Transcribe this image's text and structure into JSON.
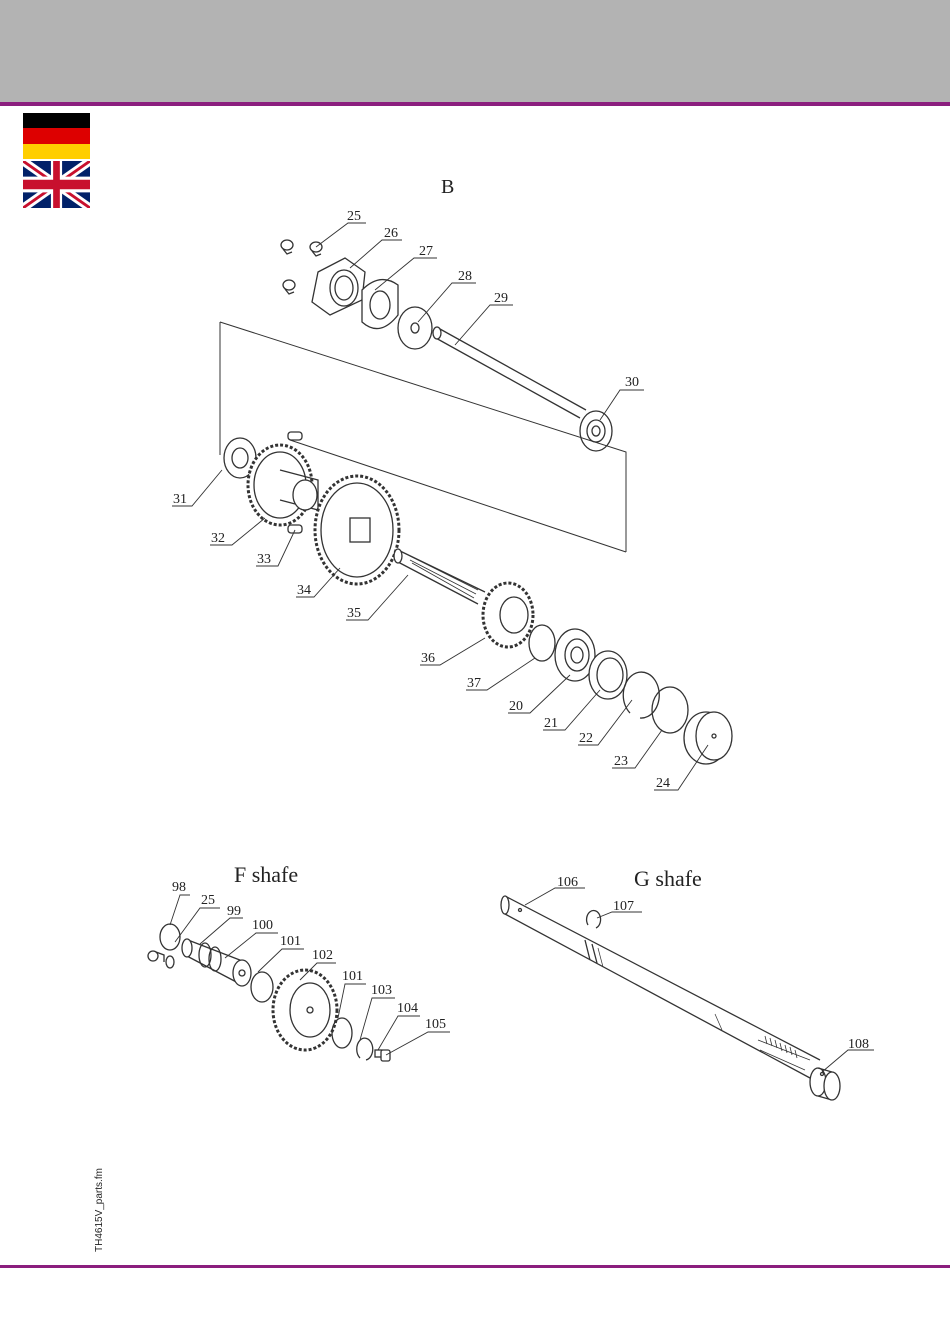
{
  "colors": {
    "header_bar": "#b3b3b3",
    "accent_rule": "#8b1e7e",
    "flag_de": [
      "#000000",
      "#dd0000",
      "#ffce00"
    ],
    "flag_uk": [
      "#012169",
      "#ffffff",
      "#c8102e"
    ]
  },
  "sidebar_file": "TH4615V_parts.fm",
  "section_b": {
    "title": "B",
    "callouts": [
      "25",
      "26",
      "27",
      "28",
      "29",
      "30",
      "31",
      "32",
      "33",
      "34",
      "35",
      "36",
      "37",
      "20",
      "21",
      "22",
      "23",
      "24"
    ]
  },
  "section_f": {
    "title": "F shafe",
    "callouts": [
      "98",
      "25",
      "99",
      "100",
      "101",
      "102",
      "101",
      "103",
      "104",
      "105"
    ]
  },
  "section_g": {
    "title": "G shafe",
    "callouts": [
      "106",
      "107",
      "108"
    ]
  }
}
